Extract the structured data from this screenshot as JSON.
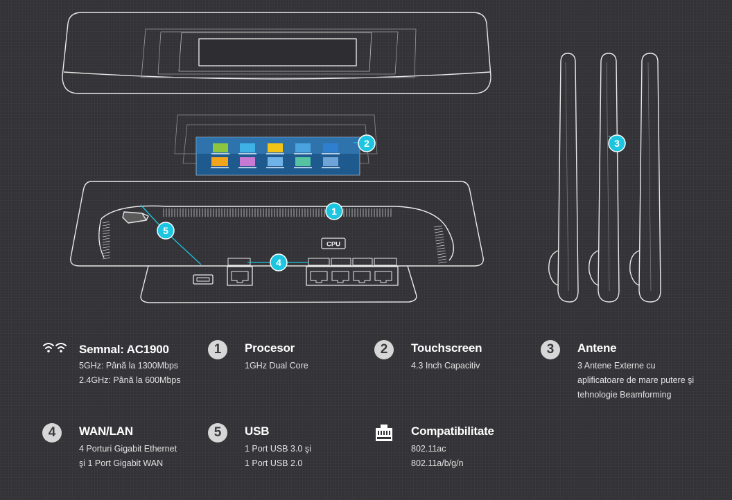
{
  "callouts": {
    "c1": "1",
    "c2": "2",
    "c3": "3",
    "c4": "4",
    "c5": "5",
    "cpu_label": "CPU",
    "accent_color": "#1cc6e0"
  },
  "specs": {
    "signal": {
      "icon": "wifi-icon",
      "title": "Semnal: AC1900",
      "lines": [
        "5GHz: Până la 1300Mbps",
        "2.4GHz: Până la 600Mbps"
      ]
    },
    "processor": {
      "badge": "1",
      "title": "Procesor",
      "lines": [
        "1GHz Dual Core"
      ]
    },
    "touchscreen": {
      "badge": "2",
      "title": "Touchscreen",
      "lines": [
        "4.3 Inch Capacitiv"
      ]
    },
    "antennas": {
      "badge": "3",
      "title": "Antene",
      "lines": [
        "3 Antene Externe cu",
        "aplificatoare de mare putere şi",
        "tehnologie Beamforming"
      ]
    },
    "wanlan": {
      "badge": "4",
      "title": "WAN/LAN",
      "lines": [
        "4 Porturi Gigabit Ethernet",
        "şi 1 Port Gigabit WAN"
      ]
    },
    "usb": {
      "badge": "5",
      "title": "USB",
      "lines": [
        "1 Port USB 3.0 şi",
        "1 Port USB 2.0"
      ]
    },
    "compat": {
      "icon": "ethernet-port-icon",
      "title": "Compatibilitate",
      "lines": [
        "802.11ac",
        "802.11a/b/g/n"
      ]
    }
  }
}
